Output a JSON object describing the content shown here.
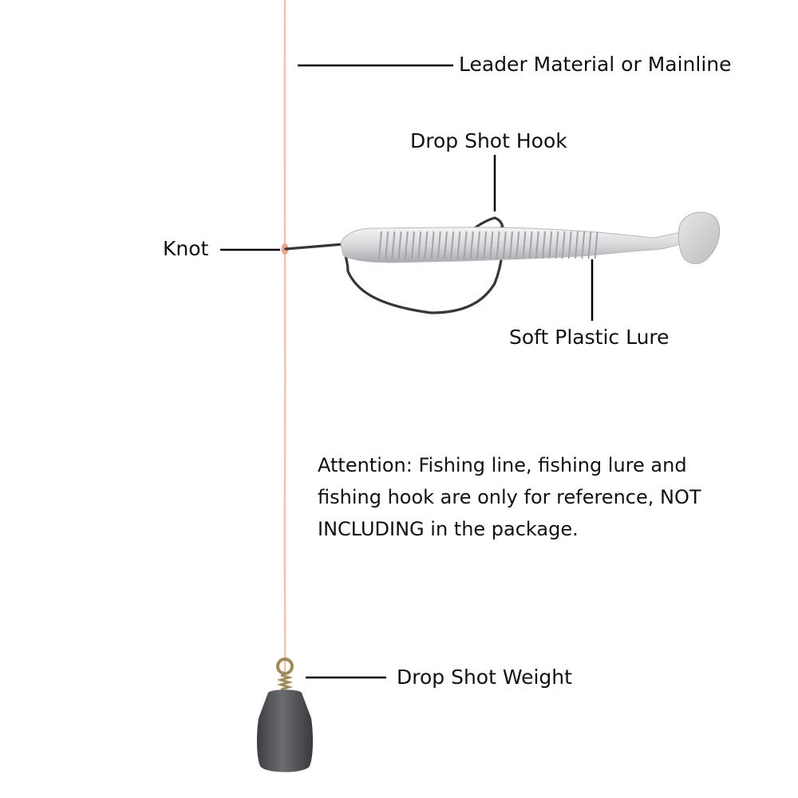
{
  "labels": {
    "leader": "Leader Material or Mainline",
    "hook": "Drop Shot Hook",
    "knot": "Knot",
    "lure": "Soft Plastic Lure",
    "weight": "Drop Shot Weight"
  },
  "attention": {
    "lines": [
      "Attention: Fishing line, fishing lure and",
      "fishing hook are only for reference, NOT",
      "INCLUDING in the package."
    ]
  },
  "colors": {
    "line": "#f2c2a8",
    "leader_line": "#000000",
    "lure": "#d9d9dc",
    "hook": "#3a3436",
    "weight": "#55555a",
    "eyelet": "#a08a5a"
  }
}
